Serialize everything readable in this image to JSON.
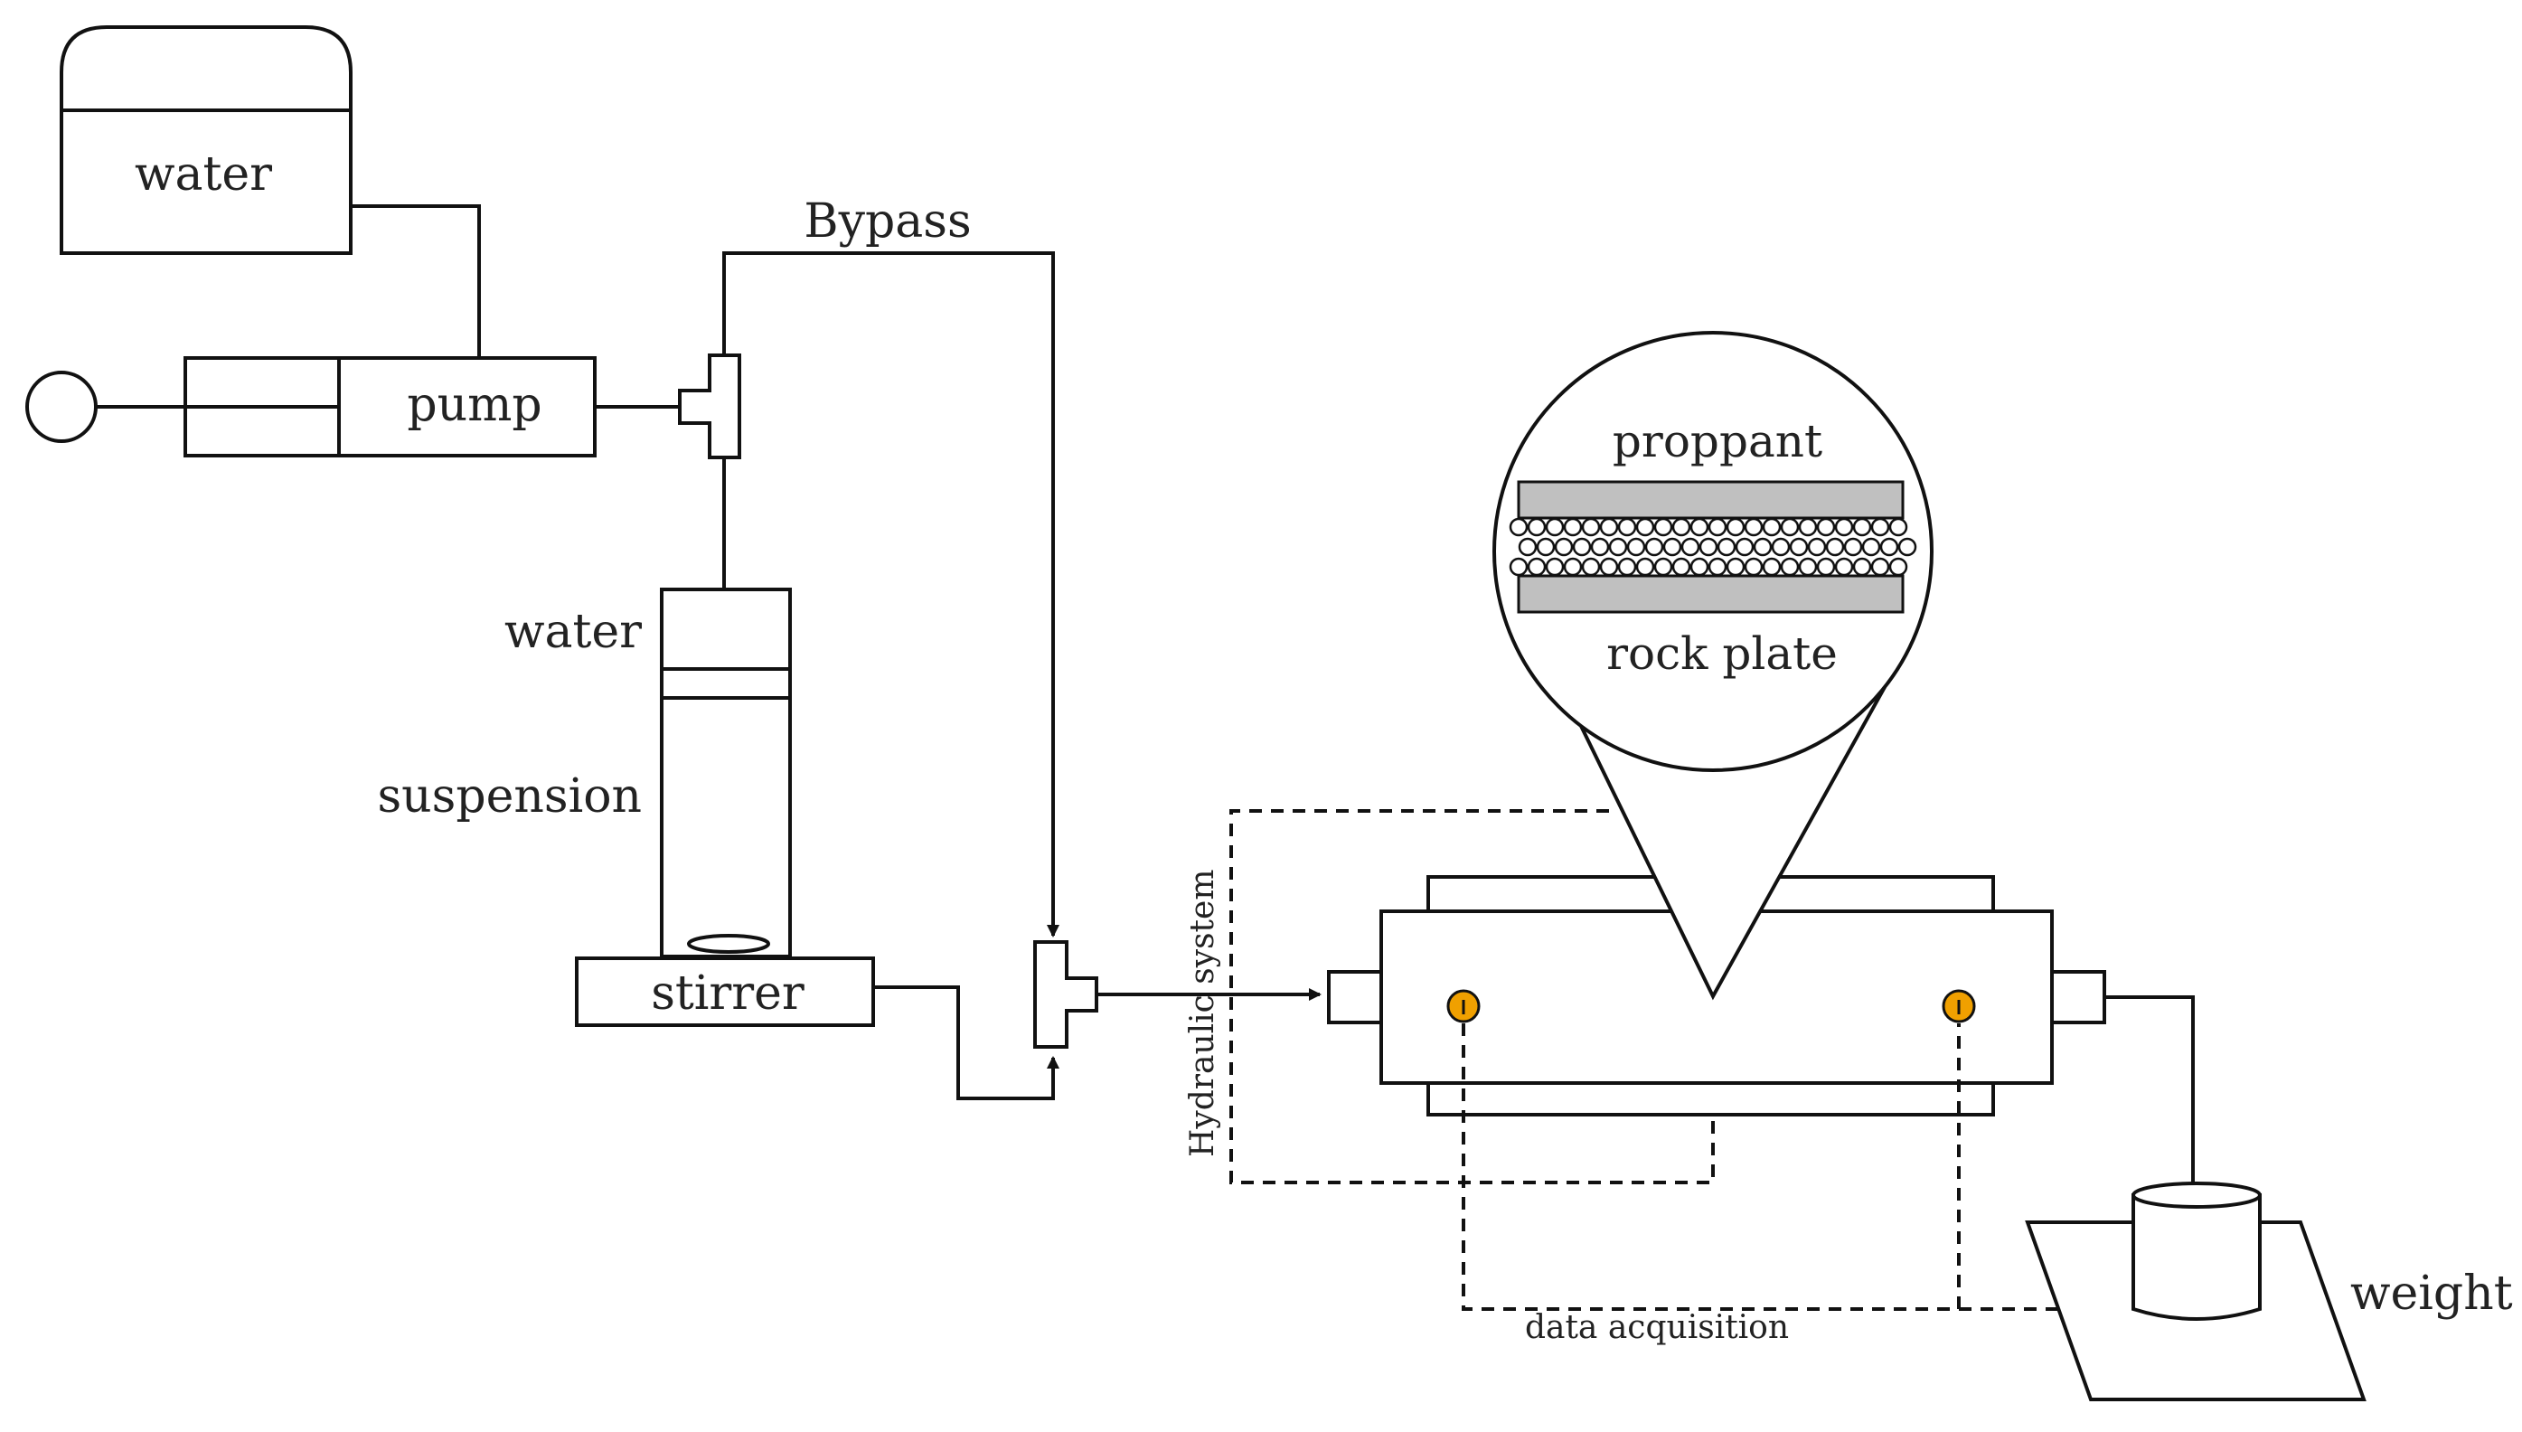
{
  "labels": {
    "water_tank": "water",
    "pump": "pump",
    "bypass": "Bypass",
    "water_column": "water",
    "suspension": "suspension",
    "stirrer": "stirrer",
    "proppant": "proppant",
    "rock_plate": "rock plate",
    "hydraulic_system": "Hydraulic system",
    "data_acquisition": "data acquisition",
    "weight": "weight"
  },
  "colors": {
    "sensor": "#f0a000",
    "rock_plate_fill": "#c0c0c0",
    "line": "#111111"
  },
  "components": [
    "water-tank",
    "pump",
    "valve-handle",
    "t-junction-top",
    "suspension-column",
    "stirrer",
    "t-junction-bottom",
    "fracture-cell",
    "pressure-sensor-left",
    "pressure-sensor-right",
    "magnified-view",
    "collection-beaker",
    "balance-scale"
  ]
}
